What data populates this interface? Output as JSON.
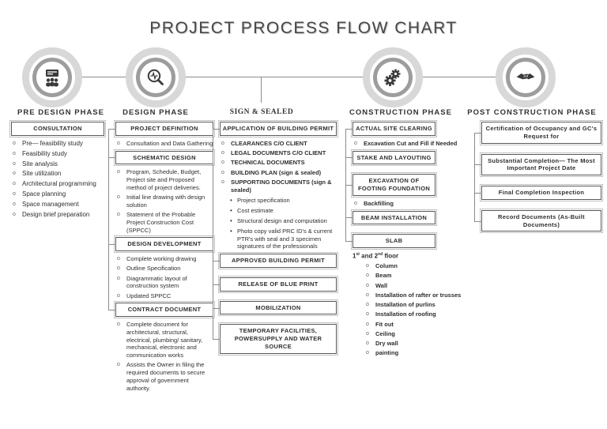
{
  "title": "PROJECT PROCESS FLOW CHART",
  "glyphs": {
    "bullet": "o",
    "sub_bullet": "•"
  },
  "colors": {
    "ring_outer": "#d8d8d8",
    "ring_inner": "#9d9d9d",
    "icon": "#3a3a3a",
    "connector": "#8c8c8c",
    "box_border": "#5a5a5a",
    "box_border_outer": "#c2c2c2",
    "text": "#2e2e2e"
  },
  "phases": [
    {
      "label": "PRE DESIGN PHASE",
      "icon": "meeting-presentation-icon",
      "blocks": [
        {
          "type": "box",
          "text": "CONSULTATION"
        },
        {
          "type": "bullets",
          "items": [
            "Pre— feasibility study",
            "Feasibility study",
            "Site analysis",
            "Site utilization",
            "Architectural programming",
            "Space planning",
            "Space management",
            "Design brief preparation"
          ]
        }
      ]
    },
    {
      "label": "DESIGN PHASE",
      "icon": "magnifier-pulse-icon",
      "blocks": [
        {
          "type": "box",
          "text": "PROJECT DEFINITION"
        },
        {
          "type": "bullets",
          "items": [
            "Consultation and Data Gathering"
          ]
        },
        {
          "type": "box",
          "text": "SCHEMATIC DESIGN"
        },
        {
          "type": "bullets",
          "items": [
            "Program, Schedule, Budget, Project site and Proposed method of project deliveries.",
            "Initial line drawing with design solution",
            "Statement of the Probable Project Construction Cost (SPPCC)"
          ]
        },
        {
          "type": "box",
          "text": "DESIGN DEVELOPMENT"
        },
        {
          "type": "bullets",
          "items": [
            "Complete working drawing",
            "Outline Specification",
            "Diagrammatic layout of construction system",
            "Updated SPPCC"
          ]
        },
        {
          "type": "box",
          "text": "CONTRACT DOCUMENT"
        },
        {
          "type": "bullets",
          "items": [
            "Complete document for architectural, structural, electrical, plumbing/ sanitary, mechanical, electronic and communication works",
            "Assists the Owner in filing the required documents to secure approval of government authority."
          ]
        }
      ]
    },
    {
      "label": "SIGN & SEALED",
      "icon": "none",
      "blocks": [
        {
          "type": "box",
          "text": "APPLICATION OF BUILDING PERMIT"
        },
        {
          "type": "bullets",
          "items": [
            "CLEARANCES C/O CLIENT",
            "LEGAL DOCUMENTS C/O CLIENT",
            "TECHNICAL DOCUMENTS",
            "BUILDING PLAN (sign & sealed)",
            "SUPPORTING DOCUMENTS (sign & sealed)"
          ]
        },
        {
          "type": "subbullets",
          "items": [
            "Project specification",
            "Cost estimate",
            "Structural design and computation",
            "Photo copy valid PRC ID's & current PTR's with seal and 3 specimen signatures of the professionals"
          ]
        },
        {
          "type": "box",
          "text": "APPROVED BUILDING PERMIT"
        },
        {
          "type": "box",
          "text": "RELEASE OF BLUE PRINT"
        },
        {
          "type": "box",
          "text": "MOBILIZATION"
        },
        {
          "type": "box",
          "text": "TEMPORARY FACILITIES, POWERSUPPLY AND WATER SOURCE"
        }
      ]
    },
    {
      "label": "CONSTRUCTION PHASE",
      "icon": "gears-icon",
      "blocks": [
        {
          "type": "box",
          "text": "ACTUAL SITE CLEARING"
        },
        {
          "type": "bullets",
          "items": [
            "Excavation Cut and Fill if Needed"
          ]
        },
        {
          "type": "box",
          "text": "STAKE AND LAYOUTING"
        },
        {
          "type": "box",
          "text": "EXCAVATION OF FOOTING FOUNDATION"
        },
        {
          "type": "bullets",
          "items": [
            "Backfilling"
          ]
        },
        {
          "type": "box",
          "text": "BEAM INSTALLATION"
        },
        {
          "type": "box",
          "text": "SLAB"
        },
        {
          "type": "heading",
          "text": "1st and 2nd floor"
        },
        {
          "type": "bullets",
          "indent": true,
          "items": [
            "Column",
            "Beam",
            "Wall",
            "Installation of rafter or trusses",
            "Installation of purlins",
            "Installation of roofing",
            "Fit out",
            "Ceiling",
            "Dry wall",
            "painting"
          ]
        }
      ]
    },
    {
      "label": "POST CONSTRUCTION PHASE",
      "icon": "handshake-icon",
      "blocks": [
        {
          "type": "box",
          "text": "Certification of Occupancy and GC's Request for"
        },
        {
          "type": "box",
          "text": "Substantial Completion— The Most Important Project Date"
        },
        {
          "type": "box",
          "text": "Final Completion Inspection"
        },
        {
          "type": "box",
          "text": "Record Documents (As-Built Documents)"
        }
      ]
    }
  ]
}
